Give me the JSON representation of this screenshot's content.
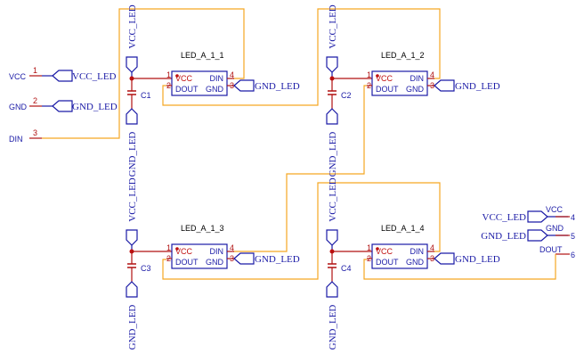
{
  "colors": {
    "wire_orange": "#f5a623",
    "pin_red": "#b01010",
    "port_blue": "#1a1aa6",
    "junction": "#c01010"
  },
  "left_ports": [
    {
      "name": "VCC",
      "num": "1",
      "label": "VCC_LED"
    },
    {
      "name": "GND",
      "num": "2",
      "label": "GND_LED"
    },
    {
      "name": "DIN",
      "num": "3"
    }
  ],
  "right_ports": [
    {
      "label": "VCC_LED",
      "name": "VCC",
      "num": "4"
    },
    {
      "label": "GND_LED",
      "name": "GND",
      "num": "5"
    },
    {
      "name": "DOUT",
      "num": "6"
    }
  ],
  "leds": [
    {
      "ref": "LED_A_1_1",
      "cap": "C1"
    },
    {
      "ref": "LED_A_1_2",
      "cap": "C2"
    },
    {
      "ref": "LED_A_1_3",
      "cap": "C3"
    },
    {
      "ref": "LED_A_1_4",
      "cap": "C4"
    }
  ],
  "pins": {
    "p1": "1",
    "p2": "2",
    "p3": "3",
    "p4": "4",
    "vcc": "VCC",
    "dout": "DOUT",
    "din": "DIN",
    "gnd": "GND"
  },
  "nets": {
    "vcc_led": "VCC_LED",
    "gnd_led": "GND_LED"
  }
}
